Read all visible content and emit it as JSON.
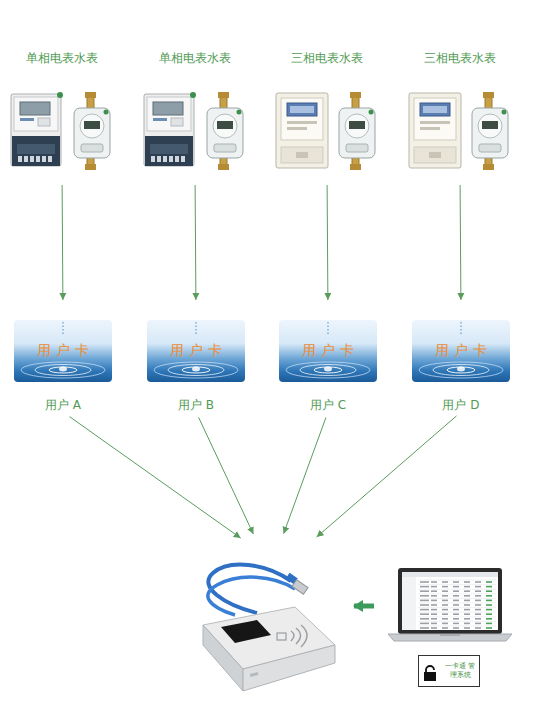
{
  "diagram": {
    "nodes": [
      {
        "text": [
          "单相电表水表"
        ]
      },
      {
        "text": [
          "单相电表水表"
        ]
      },
      {
        "text": [
          "三相电表水表"
        ]
      },
      {
        "text": [
          "三相电表水表"
        ]
      },
      {
        "text": [
          "用户卡",
          "用户 A"
        ]
      },
      {
        "text": [
          "用户卡",
          "用户 B"
        ]
      },
      {
        "text": [
          "用户卡",
          "用户 C"
        ]
      },
      {
        "text": [
          "用户卡",
          "用户 D"
        ]
      },
      {
        "text": []
      },
      {
        "text": [
          "一卡通 管理系统"
        ]
      }
    ],
    "edges": [
      {
        "from": 0,
        "to": 4,
        "arrow": "to"
      },
      {
        "from": 1,
        "to": 5,
        "arrow": "to"
      },
      {
        "from": 2,
        "to": 6,
        "arrow": "to"
      },
      {
        "from": 3,
        "to": 7,
        "arrow": "to"
      },
      {
        "from": 4,
        "to": 8,
        "arrow": "to"
      },
      {
        "from": 5,
        "to": 8,
        "arrow": "to"
      },
      {
        "from": 6,
        "to": 8,
        "arrow": "to"
      },
      {
        "from": 7,
        "to": 8,
        "arrow": "to"
      },
      {
        "from": 9,
        "to": 8,
        "arrow": "to"
      }
    ]
  }
}
